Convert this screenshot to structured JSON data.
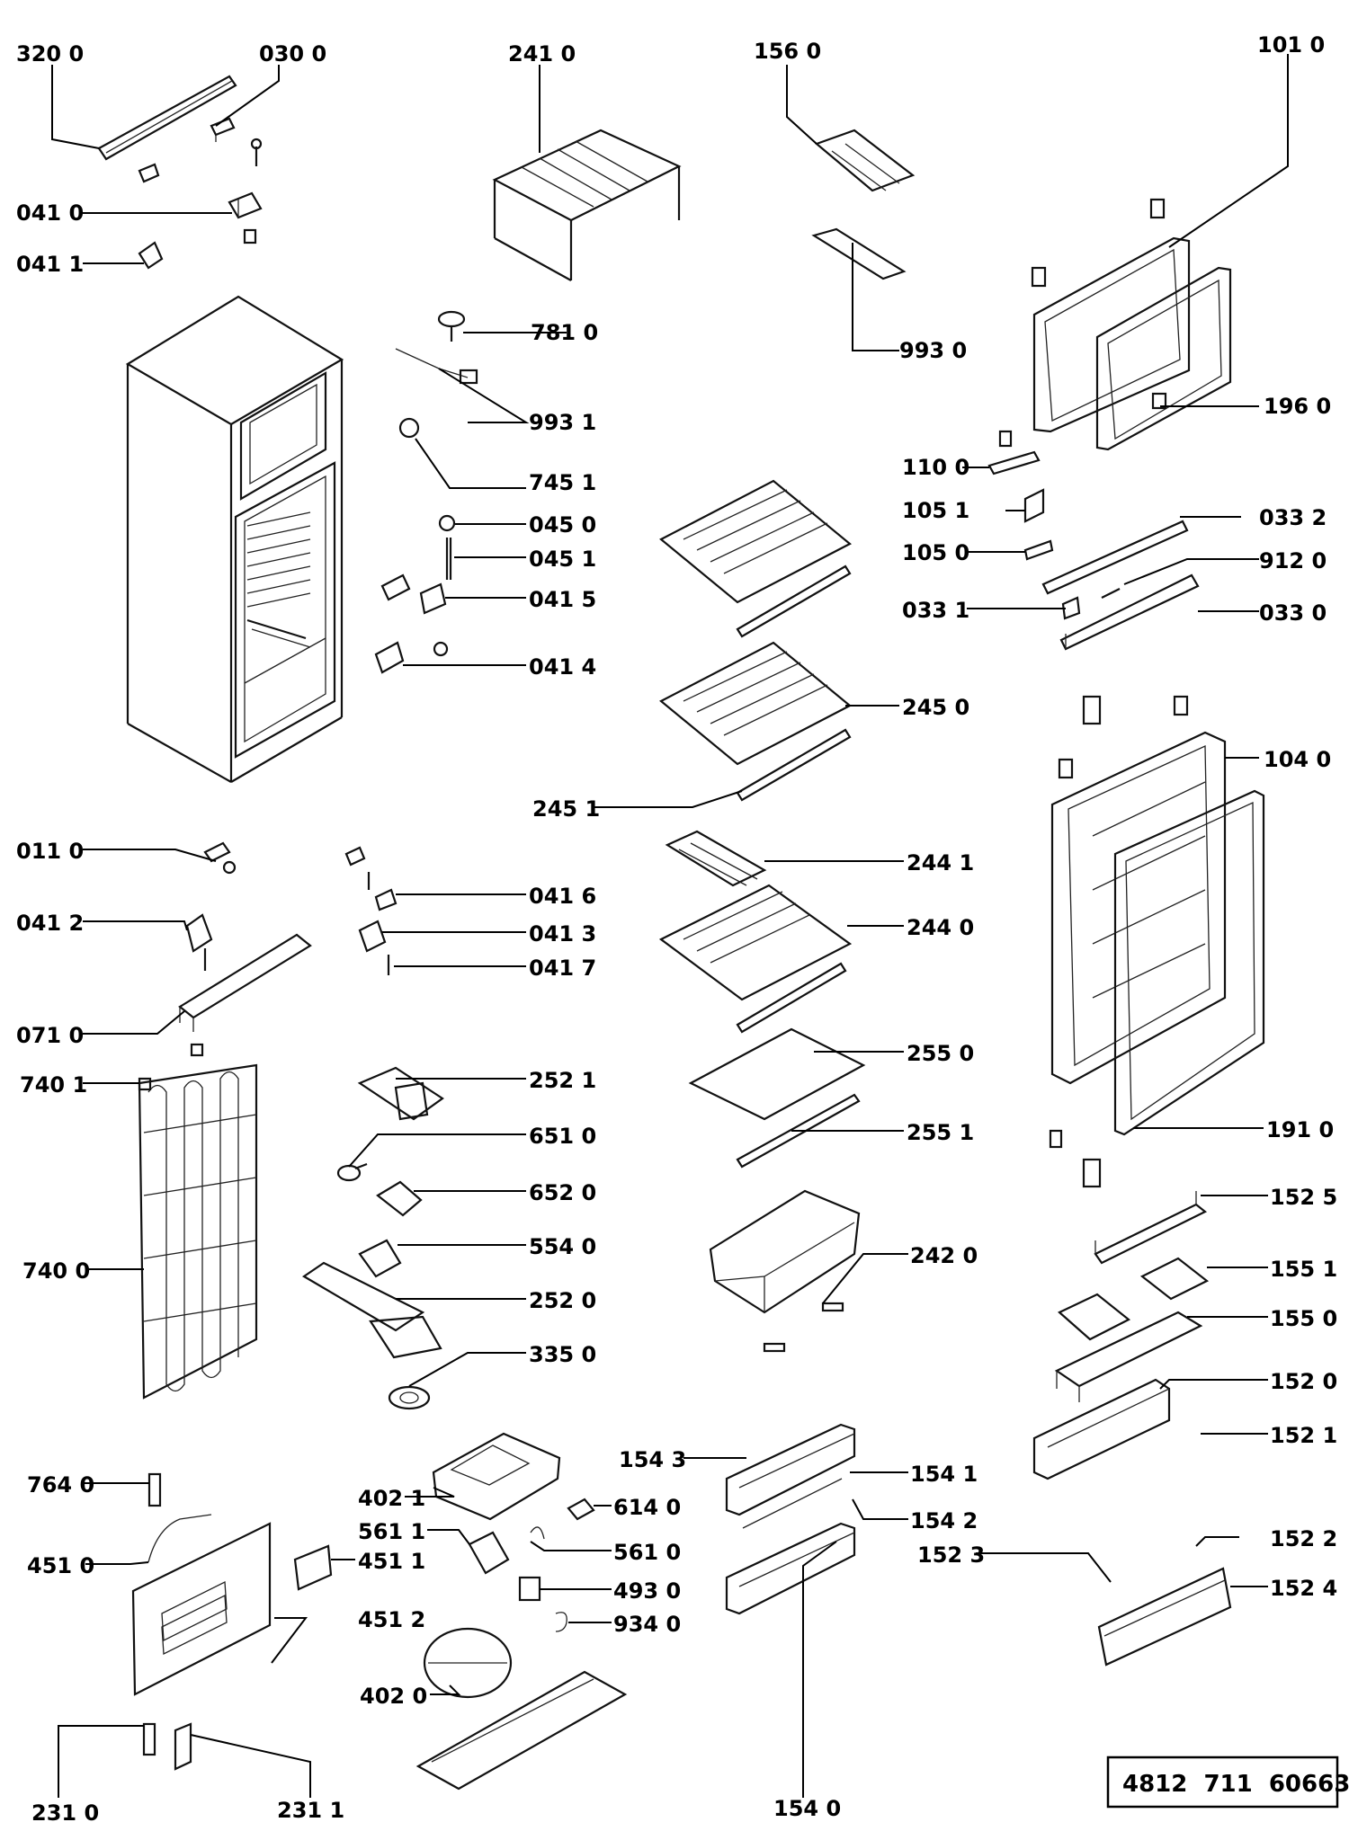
{
  "labels": [
    {
      "id": "p3200",
      "text": "320 0"
    },
    {
      "id": "p0300",
      "text": "030 0"
    },
    {
      "id": "p2410",
      "text": "241 0"
    },
    {
      "id": "p1560",
      "text": "156 0"
    },
    {
      "id": "p1010",
      "text": "101 0"
    },
    {
      "id": "p0410",
      "text": "041 0"
    },
    {
      "id": "p0411",
      "text": "041 1"
    },
    {
      "id": "p7810",
      "text": "781 0"
    },
    {
      "id": "p9930",
      "text": "993 0"
    },
    {
      "id": "p9931",
      "text": "993 1"
    },
    {
      "id": "p1960",
      "text": "196 0"
    },
    {
      "id": "p7451",
      "text": "745 1"
    },
    {
      "id": "p1100",
      "text": "110 0"
    },
    {
      "id": "p0450",
      "text": "045 0"
    },
    {
      "id": "p1051",
      "text": "105 1"
    },
    {
      "id": "p0332",
      "text": "033 2"
    },
    {
      "id": "p0451",
      "text": "045 1"
    },
    {
      "id": "p1050",
      "text": "105 0"
    },
    {
      "id": "p9120",
      "text": "912 0"
    },
    {
      "id": "p0415",
      "text": "041 5"
    },
    {
      "id": "p0331",
      "text": "033 1"
    },
    {
      "id": "p0330",
      "text": "033 0"
    },
    {
      "id": "p0414",
      "text": "041 4"
    },
    {
      "id": "p2450",
      "text": "245 0"
    },
    {
      "id": "p1040",
      "text": "104 0"
    },
    {
      "id": "p2451",
      "text": "245 1"
    },
    {
      "id": "p0110",
      "text": "011 0"
    },
    {
      "id": "p2441",
      "text": "244 1"
    },
    {
      "id": "p0416",
      "text": "041 6"
    },
    {
      "id": "p0412",
      "text": "041 2"
    },
    {
      "id": "p2440",
      "text": "244 0"
    },
    {
      "id": "p0413",
      "text": "041 3"
    },
    {
      "id": "p0417",
      "text": "041 7"
    },
    {
      "id": "p0710",
      "text": "071 0"
    },
    {
      "id": "p2550",
      "text": "255 0"
    },
    {
      "id": "p7401",
      "text": "740 1"
    },
    {
      "id": "p2521",
      "text": "252 1"
    },
    {
      "id": "p6510",
      "text": "651 0"
    },
    {
      "id": "p2551",
      "text": "255 1"
    },
    {
      "id": "p1910",
      "text": "191 0"
    },
    {
      "id": "p6520",
      "text": "652 0"
    },
    {
      "id": "p1525",
      "text": "152 5"
    },
    {
      "id": "p5540",
      "text": "554 0"
    },
    {
      "id": "p7400",
      "text": "740 0"
    },
    {
      "id": "p2420",
      "text": "242 0"
    },
    {
      "id": "p1551",
      "text": "155 1"
    },
    {
      "id": "p2520",
      "text": "252 0"
    },
    {
      "id": "p1550",
      "text": "155 0"
    },
    {
      "id": "p3350",
      "text": "335 0"
    },
    {
      "id": "p1520",
      "text": "152 0"
    },
    {
      "id": "p1521",
      "text": "152 1"
    },
    {
      "id": "p1543",
      "text": "154 3"
    },
    {
      "id": "p1541",
      "text": "154 1"
    },
    {
      "id": "p7640",
      "text": "764 0"
    },
    {
      "id": "p4021",
      "text": "402 1"
    },
    {
      "id": "p6140",
      "text": "614 0"
    },
    {
      "id": "p1542",
      "text": "154 2"
    },
    {
      "id": "p5611",
      "text": "561 1"
    },
    {
      "id": "p1522",
      "text": "152 2"
    },
    {
      "id": "p4510",
      "text": "451 0"
    },
    {
      "id": "p4511",
      "text": "451 1"
    },
    {
      "id": "p5610",
      "text": "561 0"
    },
    {
      "id": "p1523",
      "text": "152 3"
    },
    {
      "id": "p1524",
      "text": "152 4"
    },
    {
      "id": "p4930",
      "text": "493 0"
    },
    {
      "id": "p4512",
      "text": "451 2"
    },
    {
      "id": "p9340",
      "text": "934 0"
    },
    {
      "id": "p4020",
      "text": "402 0"
    },
    {
      "id": "p2310",
      "text": "231 0"
    },
    {
      "id": "p2311",
      "text": "231 1"
    },
    {
      "id": "p1540",
      "text": "154 0"
    }
  ],
  "document_number": "4812  711  60663"
}
